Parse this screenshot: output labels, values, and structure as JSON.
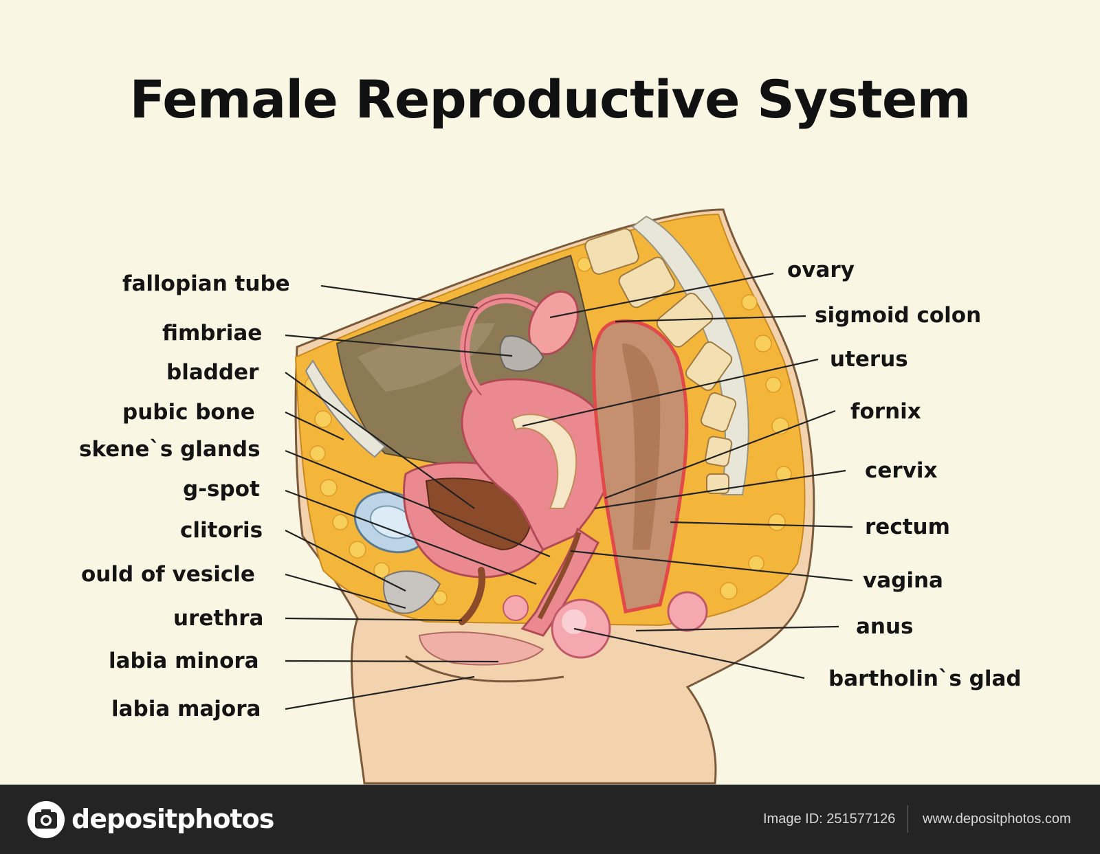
{
  "title": "Female Reproductive System",
  "labels_left": [
    "fallopian tube",
    "fimbriae",
    "bladder",
    "pubic bone",
    "skene`s glands",
    "g-spot",
    "clitoris",
    "ould of vesicle",
    "urethra",
    "labia minora",
    "labia majora"
  ],
  "labels_right": [
    "ovary",
    "sigmoid colon",
    "uterus",
    "fornix",
    "cervix",
    "rectum",
    "vagina",
    "anus",
    "bartholin`s glad"
  ],
  "footer": {
    "brand": "depositphotos",
    "image_id": "Image ID: 251577126",
    "site": "www.depositphotos.com"
  },
  "colors": {
    "background": "#f9f6e3",
    "skin": "#f3d2ae",
    "fat": "#f3b53a",
    "tissue_pink": "#ea8a90",
    "cavity": "#8c7a55",
    "bone": "#f2e0b2",
    "footer": "#242424"
  }
}
